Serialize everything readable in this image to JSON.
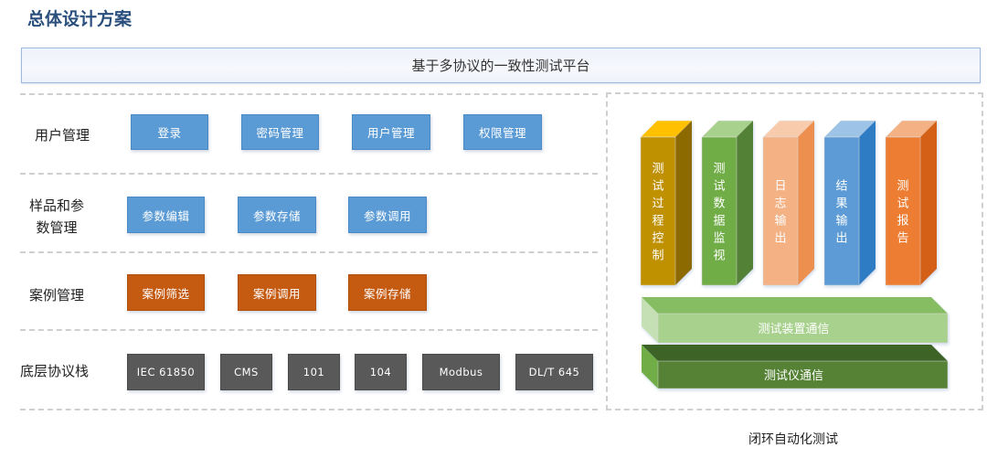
{
  "title": "总体设计方案",
  "banner": "基于多协议的一致性测试平台",
  "rows": [
    {
      "label": "用户管理",
      "color": "blue",
      "items": [
        "登录",
        "密码管理",
        "用户管理",
        "权限管理"
      ]
    },
    {
      "label_lines": [
        "样品和参",
        "数管理"
      ],
      "color": "blue",
      "items": [
        "参数编辑",
        "参数存储",
        "参数调用"
      ]
    },
    {
      "label": "案例管理",
      "color": "orange",
      "items": [
        "案例筛选",
        "案例调用",
        "案例存储"
      ]
    },
    {
      "label": "底层协议栈",
      "color": "gray",
      "items": [
        "IEC 61850",
        "CMS",
        "101",
        "104",
        "Modbus",
        "DL/T 645"
      ]
    }
  ],
  "closed_loop": {
    "pillars": [
      {
        "label": "测试过程控制",
        "front": "#bf9000",
        "top": "#ffc000",
        "side": "#8c6a00"
      },
      {
        "label": "测试数据监视",
        "front": "#70ad47",
        "top": "#a9d18e",
        "side": "#538135"
      },
      {
        "label": "日志输出",
        "front": "#f4b183",
        "top": "#f8cbad",
        "side": "#ed8f4f"
      },
      {
        "label": "结果输出",
        "front": "#5b9bd5",
        "top": "#9dc3e6",
        "side": "#2e7bc4"
      },
      {
        "label": "测试报告",
        "front": "#ed7d31",
        "top": "#f4b183",
        "side": "#d45f14"
      }
    ],
    "slabs": [
      {
        "label": "测试装置通信",
        "front": "#a9d18e",
        "top": "#86bd62",
        "side": "#c5e0b4"
      },
      {
        "label": "测试仪通信",
        "front": "#548235",
        "top": "#3e6327",
        "side": "#70ad47"
      }
    ],
    "caption": "闭环自动化测试"
  }
}
